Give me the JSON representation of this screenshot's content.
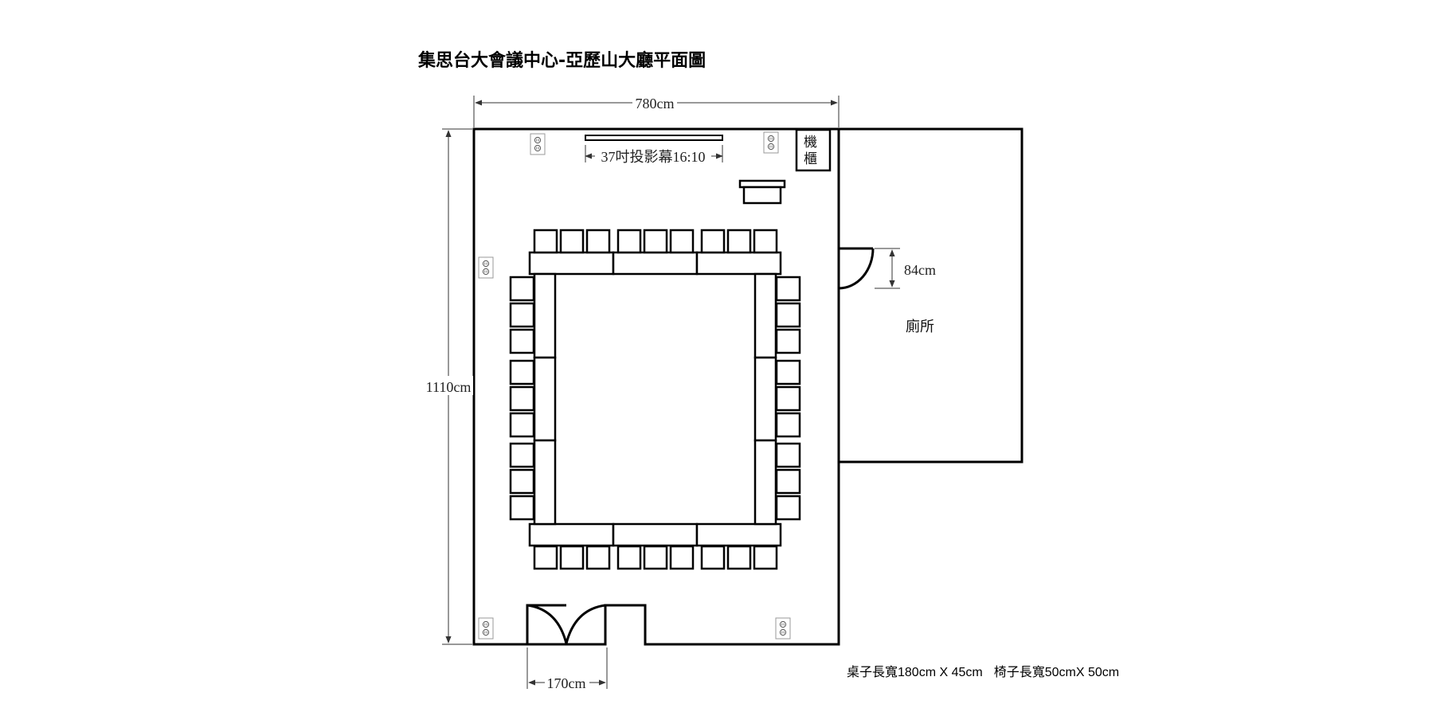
{
  "title": "集思台大會議中心-亞歷山大廳平面圖",
  "dimensions": {
    "width": "780cm",
    "height": "1110cm",
    "door_width": "170cm",
    "restroom_door": "84cm"
  },
  "labels": {
    "screen": "37吋投影幕16:10",
    "cabinet_line1": "機",
    "cabinet_line2": "櫃",
    "restroom": "廁所"
  },
  "notes": {
    "table_size": "桌子長寬180cm X 45cm",
    "chair_size": "椅子長寬50cmX 50cm"
  }
}
